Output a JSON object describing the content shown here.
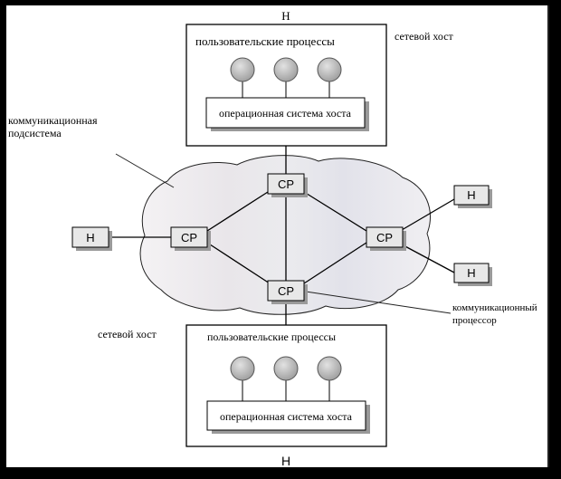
{
  "labels": {
    "top_h": "Н",
    "bottom_h": "Н",
    "top_network_host": "сетевой хост",
    "bottom_network_host": "сетевой хост",
    "top_user_processes": "пользовательские процессы",
    "bottom_user_processes": "пользовательские процессы",
    "top_os": "операционная система хоста",
    "bottom_os": "операционная система хоста",
    "subnet_line1": "коммуникационная",
    "subnet_line2": "подсистема",
    "comm_proc_line1": "коммуникационный",
    "comm_proc_line2": "процессор"
  },
  "nodes": {
    "cp_top": "CP",
    "cp_left": "CP",
    "cp_right": "CP",
    "cp_bottom": "CP",
    "h_left": "H",
    "h_right_top": "H",
    "h_right_bottom": "H"
  },
  "colors": {
    "background": "#000000",
    "panel": "#ffffff",
    "cloud": "#ecebf0",
    "node_fill": "#e8e8e8",
    "node_shadow": "#9a9a9a",
    "process_circle": "#b9b9b9"
  }
}
